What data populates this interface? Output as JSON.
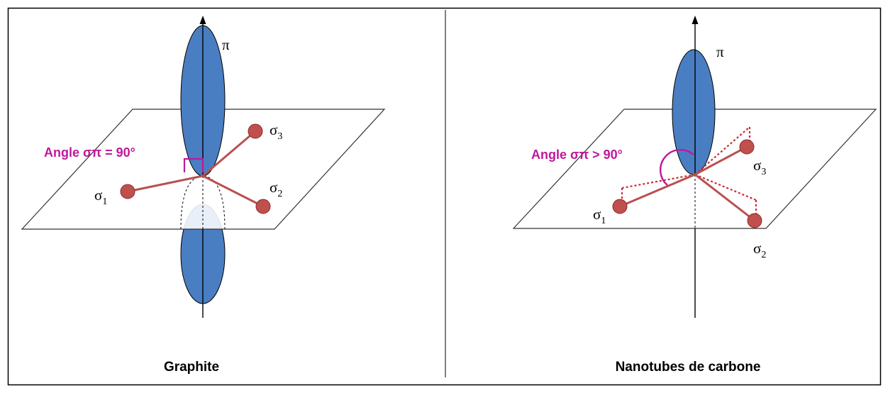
{
  "colors": {
    "orbital_fill": "#4a7ec2",
    "bond_line": "#b85050",
    "atom_fill": "#c0504d",
    "atom_stroke": "#8a2e2e",
    "angle_mark": "#c0189a",
    "projection_dots": "#cc2a3a"
  },
  "left_panel": {
    "caption": "Graphite",
    "pi_label": "π",
    "angle_label": "Angle σπ = 90°",
    "sigma_symbol": "σ",
    "sigma1_sub": "1",
    "sigma2_sub": "2",
    "sigma3_sub": "3"
  },
  "right_panel": {
    "caption": "Nanotubes de carbone",
    "pi_label": "π",
    "angle_label": "Angle σπ > 90°",
    "sigma_symbol": "σ",
    "sigma1_sub": "1",
    "sigma2_sub": "2",
    "sigma3_sub": "3"
  },
  "icons": {
    "axis_arrow": "arrow-up-icon"
  }
}
